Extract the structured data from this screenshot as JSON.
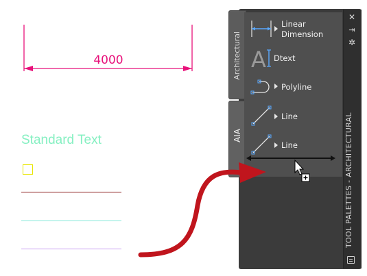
{
  "drawing": {
    "dimension_value": "4000",
    "standard_text": "Standard Text"
  },
  "palette": {
    "title": "TOOL PALETTES - ARCHITECTURAL",
    "tabs": [
      {
        "label": "Architectural"
      },
      {
        "label": "AIA"
      }
    ],
    "tools": [
      {
        "label_line1": "Linear",
        "label_line2": "Dimension",
        "icon": "linear-dimension-icon"
      },
      {
        "label_line1": "Dtext",
        "label_line2": "",
        "icon": "dtext-icon"
      },
      {
        "label_line1": "Polyline",
        "label_line2": "",
        "icon": "polyline-icon"
      },
      {
        "label_line1": "Line",
        "label_line2": "",
        "icon": "line-icon"
      },
      {
        "label_line1": "Line",
        "label_line2": "",
        "icon": "line-icon"
      }
    ],
    "controls": {
      "close": "✕",
      "autohide": "⇥",
      "properties": "✲"
    }
  },
  "colors": {
    "dimension": "#e8107a",
    "standard_text": "#86f0c2",
    "line_darkred": "#8b1a1a",
    "line_cyan": "#7fe8d8",
    "line_violet": "#c69bf0",
    "yellow_box": "#e8e600",
    "arrow": "#c0151d"
  }
}
